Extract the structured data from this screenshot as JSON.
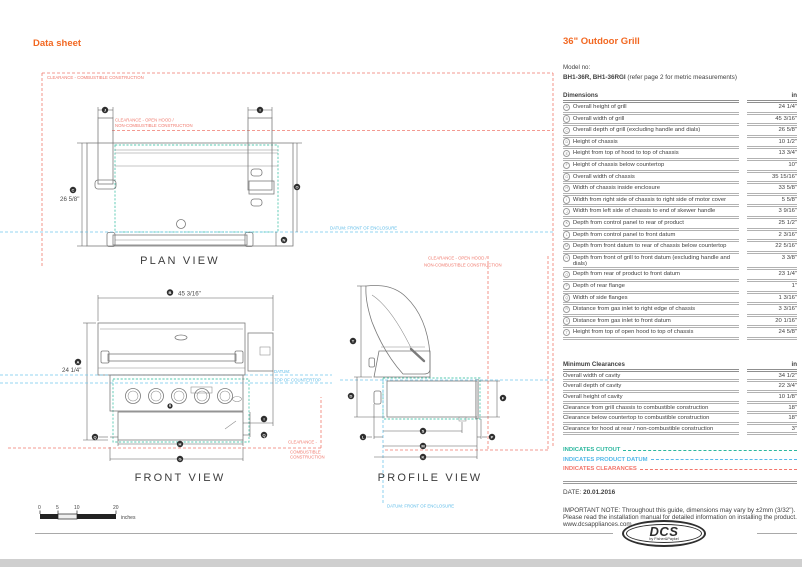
{
  "header": {
    "left_title": "Data sheet",
    "right_title": "36\" Outdoor Grill"
  },
  "model": {
    "label": "Model no:",
    "numbers": "BH1-36R, BH1-36RGI",
    "suffix": " (refer page 2 for metric measurements)"
  },
  "dimensions": {
    "title": "Dimensions",
    "unit": "in",
    "rows": [
      {
        "key": "A",
        "label": "Overall height of grill",
        "value": "24 1/4\""
      },
      {
        "key": "B",
        "label": "Overall width of grill",
        "value": "45 3/16\""
      },
      {
        "key": "C",
        "label": "Overall depth of grill (excluding handle and dials)",
        "value": "26 5/8\""
      },
      {
        "key": "D",
        "label": "Height of chassis",
        "value": "10 1/2\""
      },
      {
        "key": "E",
        "label": "Height from top of hood to top of chassis",
        "value": "13 3/4\""
      },
      {
        "key": "F",
        "label": "Height of chassis below countertop",
        "value": "10\""
      },
      {
        "key": "G",
        "label": "Overall width of chassis",
        "value": "35 15/16\""
      },
      {
        "key": "H",
        "label": "Width of chassis inside enclosure",
        "value": "33 5/8\""
      },
      {
        "key": "I",
        "label": "Width from right side of chassis to right side of motor cover",
        "value": "5 5/8\""
      },
      {
        "key": "J",
        "label": "Width from left side of chassis to end of skewer handle",
        "value": "3 9/16\""
      },
      {
        "key": "K",
        "label": "Depth from control panel to rear of product",
        "value": "25 1/2\""
      },
      {
        "key": "L",
        "label": "Depth from control panel to front datum",
        "value": "2 3/16\""
      },
      {
        "key": "M",
        "label": "Depth from front datum to rear of chassis below countertop",
        "value": "22 5/16\""
      },
      {
        "key": "N",
        "label": "Depth from front of grill to front datum (excluding handle and dials)",
        "value": "3 3/8\""
      },
      {
        "key": "O",
        "label": "Depth from rear of product to front datum",
        "value": "23 1/4\""
      },
      {
        "key": "P",
        "label": "Depth of rear flange",
        "value": "1\""
      },
      {
        "key": "Q",
        "label": "Width of side flanges",
        "value": "1 3/16\""
      },
      {
        "key": "R",
        "label": "Distance from gas inlet to right edge of chassis",
        "value": "3 3/16\""
      },
      {
        "key": "S",
        "label": "Distance from gas inlet to front datum",
        "value": "20 1/16\""
      },
      {
        "key": "T",
        "label": "Height from top of open hood to top of chassis",
        "value": "24 5/8\""
      }
    ]
  },
  "clearances": {
    "title": "Minimum Clearances",
    "unit": "in",
    "rows": [
      {
        "label": "Overall width of cavity",
        "value": "34 1/2\""
      },
      {
        "label": "Overall depth of cavity",
        "value": "22 3/4\""
      },
      {
        "label": "Overall height of cavity",
        "value": "10 1/8\""
      },
      {
        "label": "Clearance from grill chassis to combustible construction",
        "value": "18\""
      },
      {
        "label": "Clearance below countertop to combustible construction",
        "value": "18\""
      },
      {
        "label": "Clearance for hood at rear / non-combustible construction",
        "value": "3\""
      }
    ]
  },
  "legend": {
    "cutout": {
      "label": "INDICATES CUTOUT",
      "color": "#2BB79E"
    },
    "datum": {
      "label": "INDICATES PRODUCT DATUM",
      "color": "#54B9E9"
    },
    "clearance": {
      "label": "INDICATES CLEARANCES",
      "color": "#F2756B"
    }
  },
  "date": {
    "label": "DATE:",
    "value": "20.01.2016"
  },
  "note": "IMPORTANT NOTE: Throughout this guide, dimensions may vary by ±2mm (3/32\"). Please read the installation manual for detailed information on installing the product. www.dcsappliances.com",
  "logo": {
    "name": "DCS",
    "sub": "by Fisher&Paykel"
  },
  "scalebar": {
    "ticks": [
      "0",
      "5",
      "10",
      "20"
    ],
    "unit": "inches"
  },
  "views": {
    "plan": {
      "label": "PLAN VIEW",
      "depth_dim": "26 5/8\"",
      "markers": [
        "J",
        "I",
        "C",
        "O",
        "N"
      ]
    },
    "front": {
      "label": "FRONT VIEW",
      "width_dim": "45 3/16\"",
      "height_dim": "24 1/4\"",
      "markers": [
        "B",
        "A",
        "R",
        "I",
        "Q",
        "Q",
        "H",
        "G"
      ]
    },
    "profile": {
      "label": "PROFILE VIEW",
      "markers": [
        "T",
        "D",
        "F",
        "S",
        "L",
        "P",
        "M",
        "K"
      ]
    }
  },
  "annotations": {
    "clearance_combustible": "CLEARANCE - COMBUSTIBLE CONSTRUCTION",
    "clearance_open_hood_1": "CLEARANCE - OPEN HOOD /",
    "clearance_open_hood_2": "NON-COMBUSTIBLE CONSTRUCTION",
    "clearance_front_1": "CLEARANCE -",
    "clearance_front_2": "COMBUSTIBLE",
    "clearance_front_3": "CONSTRUCTION",
    "datum_front_enclosure": "DATUM: FRONT OF ENCLOSURE",
    "datum": "DATUM:",
    "top_of_countertop": "TOP OF COUNTERTOP"
  },
  "colors": {
    "accent_orange": "#F26822",
    "clearance_red": "#F07A6E",
    "cutout_teal": "#57C9B1",
    "datum_blue": "#5FBCE8",
    "footer_gray": "#CFCFCF"
  }
}
